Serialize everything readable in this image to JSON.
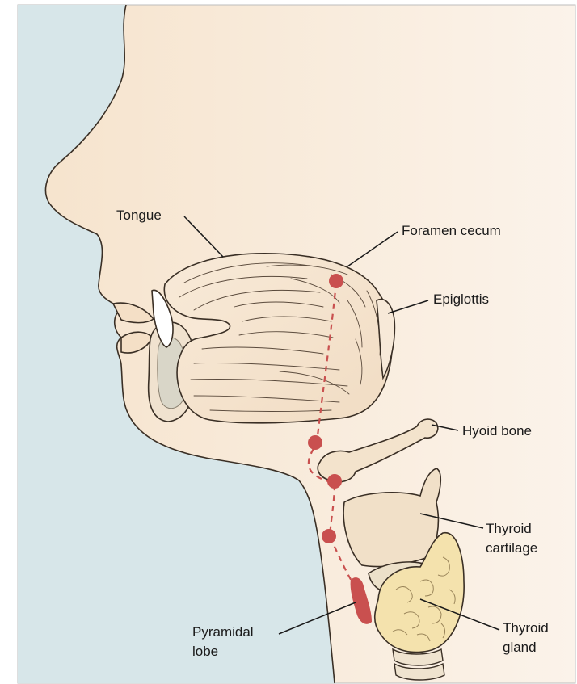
{
  "colors": {
    "background_blue": "#d7e6e9",
    "skin": "#f7e7d3",
    "thyroid_gland": "#f4e2ad",
    "remnant_red": "#c9504f",
    "bone": "#f3e3cc"
  },
  "labels": {
    "tongue": "Tongue",
    "foramen_cecum": "Foramen cecum",
    "epiglottis": "Epiglottis",
    "hyoid_bone": "Hyoid bone",
    "thyroid_cartilage_line1": "Thyroid",
    "thyroid_cartilage_line2": "cartilage",
    "thyroid_gland_line1": "Thyroid",
    "thyroid_gland_line2": "gland",
    "pyramidal_lobe_line1": "Pyramidal",
    "pyramidal_lobe_line2": "lobe"
  }
}
